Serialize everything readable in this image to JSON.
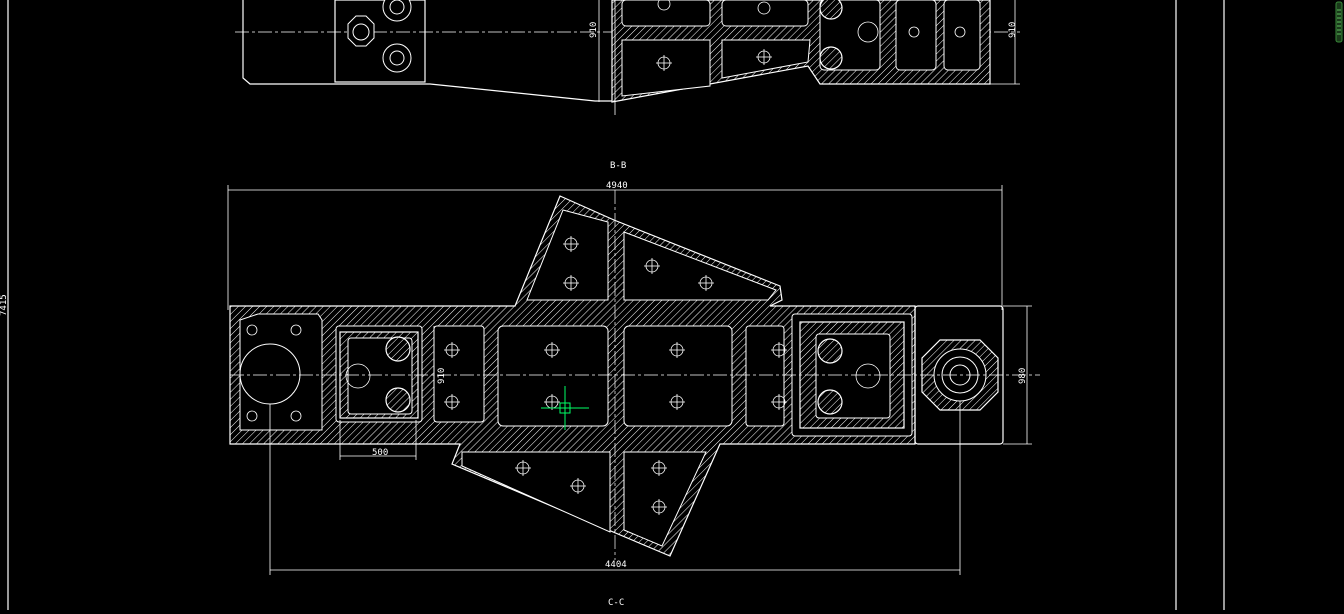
{
  "section_labels": {
    "b_b": "B-B",
    "c_c": "C-C"
  },
  "dimensions": {
    "top_height_left": "910",
    "top_height_right": "910",
    "overall_top": "4940",
    "overall_bottom": "4404",
    "pocket_width": "500",
    "mid_height": "910",
    "right_height": "980",
    "left_edge": "7415"
  },
  "colors": {
    "background": "#000000",
    "lines": "#ffffff",
    "cursor": "#00ff66",
    "scrollbar": "#3a8a3a"
  },
  "icons": {
    "cursor": "crosshair-cursor-icon"
  }
}
